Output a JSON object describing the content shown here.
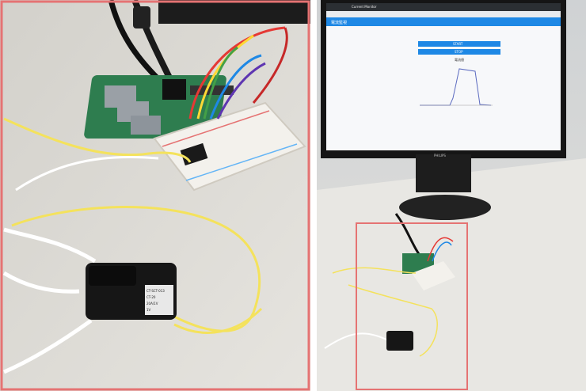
{
  "left_photo": {
    "ct_label_lines": [
      "CT-SCT-013",
      "CT-20",
      "20A/1V",
      "1V"
    ],
    "highlight_color": "#e57373"
  },
  "right_photo": {
    "browser_tab_title": "Current Monitor",
    "page_header": "電流監視",
    "page_buttons": [
      "START",
      "STOP"
    ],
    "chart_caption": "電流値",
    "monitor_brand": "PHILIPS",
    "highlight_color": "#e57373",
    "header_color": "#1e88e5"
  }
}
